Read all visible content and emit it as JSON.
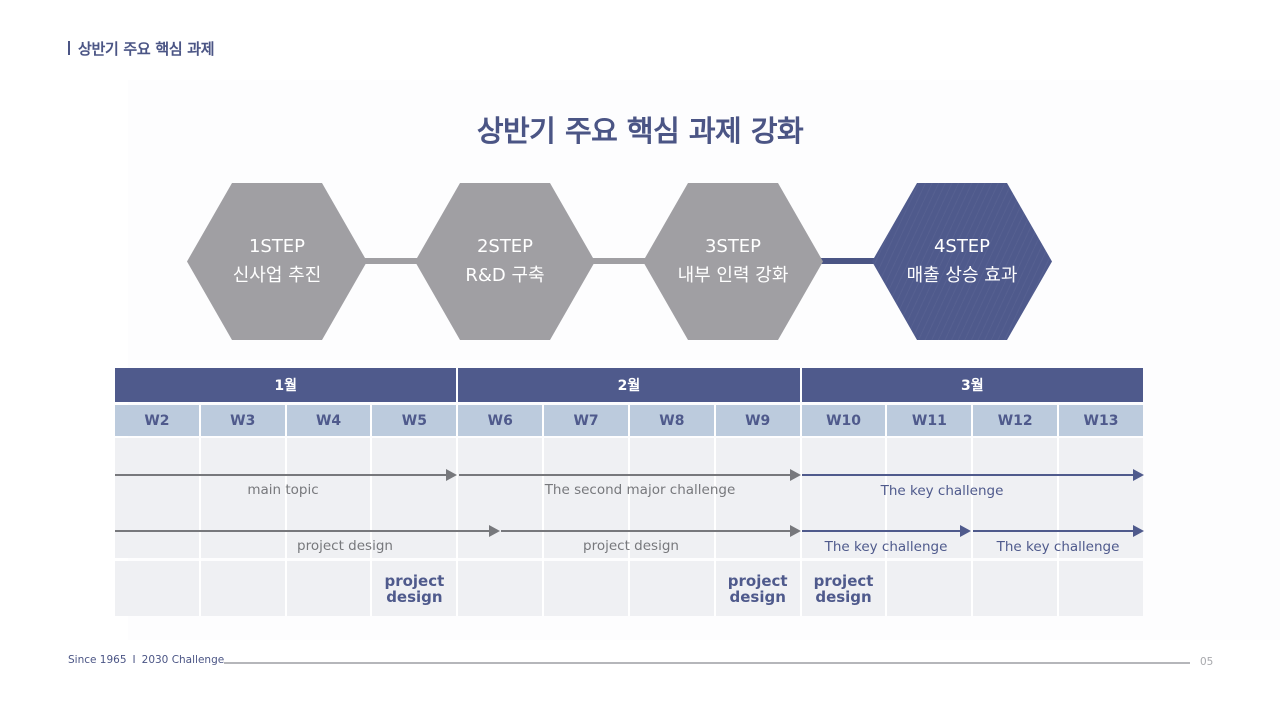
{
  "section_label": "상반기 주요 핵심 과제",
  "main_title": "상반기 주요 핵심 과제 강화",
  "steps": [
    {
      "step": "1STEP",
      "name": "신사업 추진",
      "active": false
    },
    {
      "step": "2STEP",
      "name": "R&D 구축",
      "active": false
    },
    {
      "step": "3STEP",
      "name": "내부 인력 강화",
      "active": false
    },
    {
      "step": "4STEP",
      "name": "매출 상승 효과",
      "active": true
    }
  ],
  "schedule": {
    "months": [
      "1월",
      "2월",
      "3월"
    ],
    "weeks": [
      "W2",
      "W3",
      "W4",
      "W5",
      "W6",
      "W7",
      "W8",
      "W9",
      "W10",
      "W11",
      "W12",
      "W13"
    ],
    "row1_arrows": [
      {
        "label": "main topic",
        "from_week": "W2",
        "to_week": "W5",
        "color": "gray"
      },
      {
        "label": "The second major challenge",
        "from_week": "W6",
        "to_week": "W9",
        "color": "gray"
      },
      {
        "label": "The key challenge",
        "from_week": "W10",
        "to_week": "W13",
        "color": "blue"
      }
    ],
    "row2_arrows": [
      {
        "label": "project design",
        "from_week": "W2",
        "to_week": "W6",
        "color": "gray"
      },
      {
        "label": "project design",
        "from_week": "W6",
        "to_week": "W9",
        "color": "gray"
      },
      {
        "label": "The key challenge",
        "from_week": "W10",
        "to_week": "W11",
        "color": "blue"
      },
      {
        "label": "The key challenge",
        "from_week": "W12",
        "to_week": "W13",
        "color": "blue"
      }
    ],
    "row3_notes": [
      "",
      "",
      "",
      "project design",
      "",
      "",
      "",
      "project design",
      "project design",
      "",
      "",
      ""
    ]
  },
  "footer": {
    "since": "Since 1965",
    "separator": "I",
    "tagline": "2030 Challenge",
    "page_number": "05"
  },
  "colors": {
    "accent": "#4f5a8c",
    "step_gray": "#a09fa3",
    "week_header": "#bccbdd",
    "cell_bg": "#eff0f3",
    "arrow_gray": "#77787c"
  }
}
